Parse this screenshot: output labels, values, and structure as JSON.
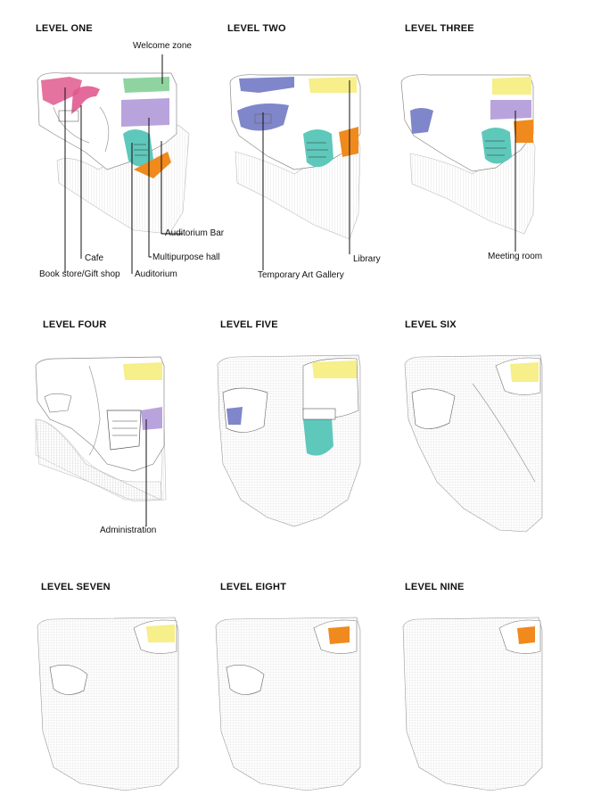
{
  "levels": [
    {
      "title": "LEVEL ONE"
    },
    {
      "title": "LEVEL TWO"
    },
    {
      "title": "LEVEL THREE"
    },
    {
      "title": "LEVEL FOUR"
    },
    {
      "title": "LEVEL FIVE"
    },
    {
      "title": "LEVEL SIX"
    },
    {
      "title": "LEVEL SEVEN"
    },
    {
      "title": "LEVEL EIGHT"
    },
    {
      "title": "LEVEL NINE"
    }
  ],
  "labels": {
    "welcome_zone": "Welcome zone",
    "auditorium_bar": "Auditorium Bar",
    "cafe": "Cafe",
    "multipurpose_hall": "Multipurpose hall",
    "book_store": "Book store/Gift shop",
    "auditorium": "Auditorium",
    "library": "Library",
    "temporary_art_gallery": "Temporary Art Gallery",
    "meeting_room": "Meeting room",
    "administration": "Administration"
  },
  "colors": {
    "pink": "#e05a8f",
    "green": "#8fd4a0",
    "purple": "#b9a3dd",
    "teal": "#5ec8bb",
    "orange": "#f08a1c",
    "yellow": "#f6ef8a",
    "blue": "#7f86c9",
    "line": "#9a9a9a"
  }
}
